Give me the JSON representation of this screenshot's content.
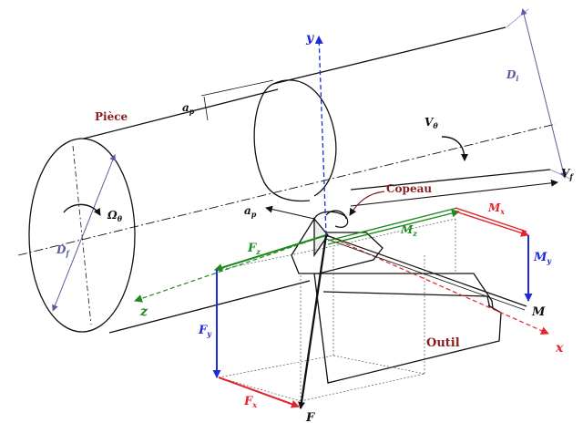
{
  "colors": {
    "black": "#111111",
    "blue": "#1f2bd6",
    "red": "#e3242b",
    "green": "#1e8a1e",
    "brown": "#8b1c1c",
    "dim": "#5a5aa0"
  },
  "labels": {
    "piece": "Pièce",
    "copeau": "Copeau",
    "outil": "Outil",
    "y_axis": "y",
    "z_axis": "z",
    "x_axis": "x",
    "point_m": "M",
    "point_f": "F",
    "ap_top": {
      "main": "a",
      "sub": "p"
    },
    "ap_mid": {
      "main": "a",
      "sub": "p"
    },
    "di": {
      "main": "D",
      "sub": "i"
    },
    "df": {
      "main": "D",
      "sub": "f"
    },
    "v0": {
      "main": "V",
      "sub": "θ"
    },
    "vf": {
      "main": "V",
      "sub": "f"
    },
    "omega": {
      "main": "Ω",
      "sub": "θ"
    },
    "fz": {
      "main": "F",
      "sub": "z"
    },
    "fy": {
      "main": "F",
      "sub": "y"
    },
    "fx": {
      "main": "F",
      "sub": "x"
    },
    "mz": {
      "main": "M",
      "sub": "z"
    },
    "mx": {
      "main": "M",
      "sub": "x"
    },
    "my": {
      "main": "M",
      "sub": "y"
    }
  }
}
